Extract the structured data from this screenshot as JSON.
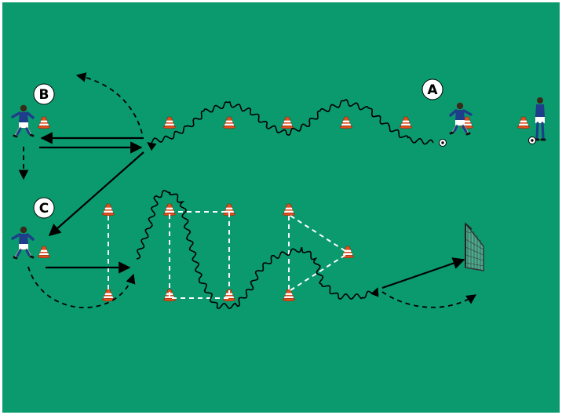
{
  "colors": {
    "pitch": "#0a9a6e",
    "border": "#ffffff",
    "cone_orange": "#e0501f",
    "cone_white": "#ffffff",
    "dribble": "#000000",
    "pass": "#000000",
    "cone_line": "#ffffff",
    "jersey": "#1f3e8a",
    "shorts": "#ffffff",
    "goal_net": "#333333"
  },
  "labels": {
    "a": "A",
    "b": "B",
    "c": "C"
  },
  "icons": {
    "cone": "cone-icon",
    "player": "player-icon",
    "ball": "ball-icon",
    "goal": "goal-icon"
  }
}
